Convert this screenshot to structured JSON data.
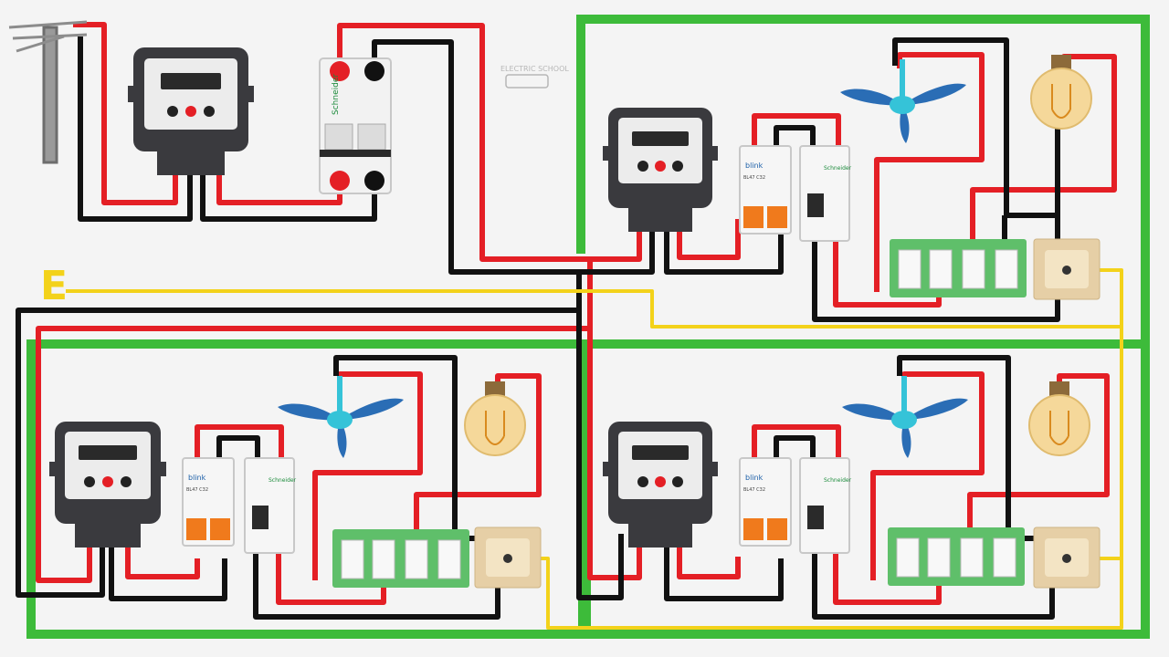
{
  "labels": {
    "earth": "E",
    "main_breaker_brand": "Schneider",
    "watermark": "ELECTRIC SCHOOL"
  },
  "units": [
    {
      "id": "unit-top-right",
      "mcb_brand": "blink",
      "mcb_model": "BL47 C32",
      "rccb_brand": "Schneider"
    },
    {
      "id": "unit-bottom-left",
      "mcb_brand": "blink",
      "mcb_model": "BL47 C32",
      "rccb_brand": "Schneider"
    },
    {
      "id": "unit-bottom-right",
      "mcb_brand": "blink",
      "mcb_model": "BL47 C32",
      "rccb_brand": "Schneider"
    }
  ],
  "icons": [
    "utility-pole-icon",
    "energy-meter-icon",
    "circuit-breaker-icon",
    "ceiling-fan-icon",
    "light-bulb-icon",
    "switch-board-icon",
    "socket-icon"
  ],
  "colors": {
    "background": "#f4f4f4",
    "phase_wire": "#e41f25",
    "neutral_wire": "#111111",
    "earth_wire": "#f3d21a",
    "enclosure": "#3dbb3a",
    "meter_body": "#3a3a3e",
    "fan_blade": "#2a6db5",
    "bulb_glass": "#f5d89a",
    "switch_board": "#5fbf6a",
    "socket_plate": "#e6cfa6",
    "mcb_handle": "#f07a1c"
  }
}
